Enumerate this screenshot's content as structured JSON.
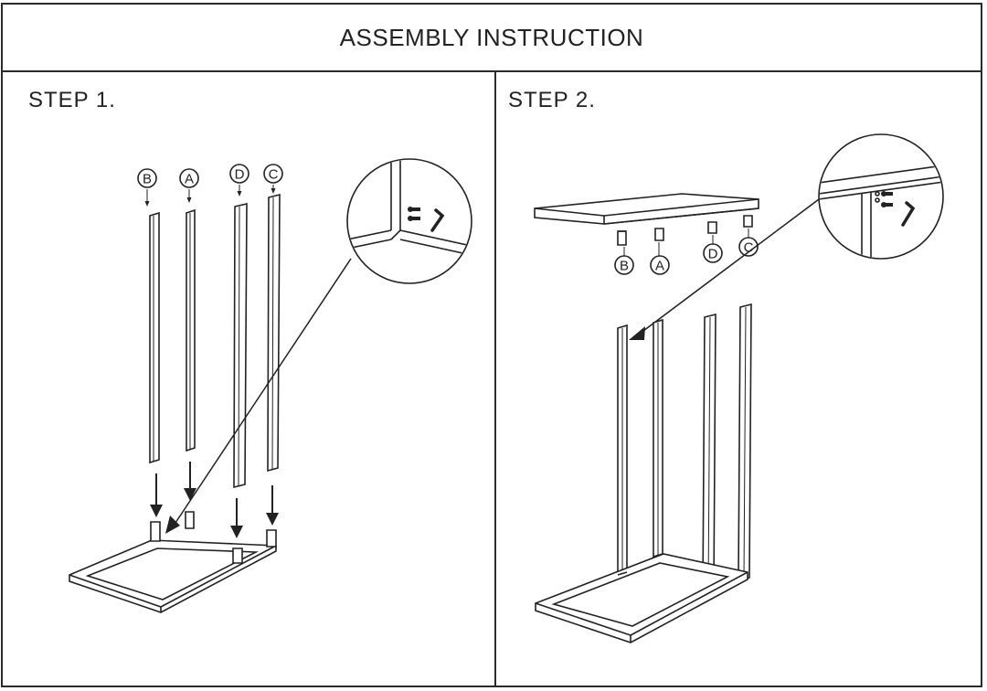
{
  "header": {
    "title": "ASSEMBLY INSTRUCTION"
  },
  "steps": [
    {
      "label": "STEP  1.",
      "parts": [
        "B",
        "A",
        "D",
        "C"
      ]
    },
    {
      "label": "STEP  2.",
      "parts": [
        "B",
        "A",
        "D",
        "C"
      ]
    }
  ],
  "icons": [
    "screw-icon",
    "hex-key-icon",
    "arrow-down-icon",
    "magnify-circle"
  ],
  "colors": {
    "line": "#222222",
    "background": "#ffffff"
  }
}
